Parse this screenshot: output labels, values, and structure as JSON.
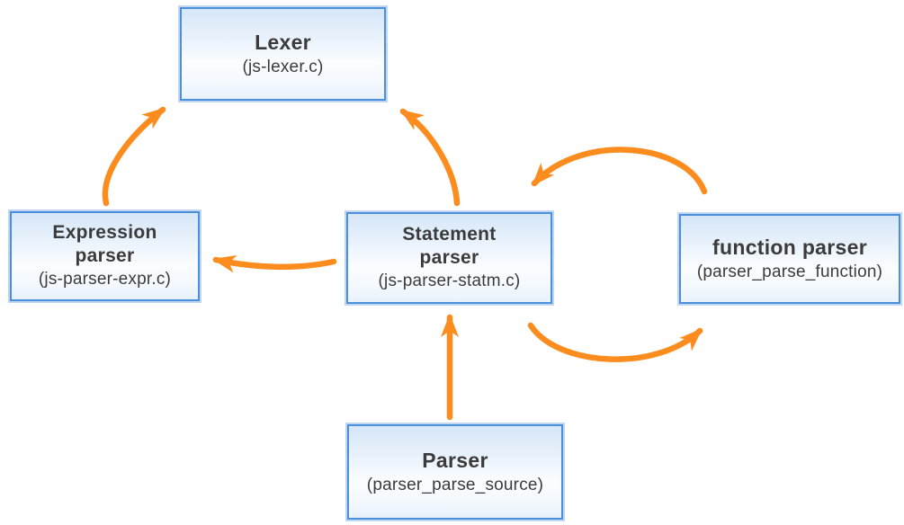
{
  "colors": {
    "arrow": "#fb8c1d",
    "box_border": "#4a90dd",
    "box_fill_light": "#d5e6f8",
    "text": "#3b3b3b"
  },
  "nodes": {
    "lexer": {
      "title": "Lexer",
      "subtitle": "(js-lexer.c)"
    },
    "expression_parser": {
      "title": "Expression\nparser",
      "subtitle": "(js-parser-expr.c)"
    },
    "statement_parser": {
      "title": "Statement\nparser",
      "subtitle": "(js-parser-statm.c)"
    },
    "function_parser": {
      "title": "function parser",
      "subtitle": "(parser_parse_function)"
    },
    "parser": {
      "title": "Parser",
      "subtitle": "(parser_parse_source)"
    }
  },
  "edges": [
    {
      "from": "expression_parser",
      "to": "lexer"
    },
    {
      "from": "statement_parser",
      "to": "lexer"
    },
    {
      "from": "statement_parser",
      "to": "expression_parser"
    },
    {
      "from": "function_parser",
      "to": "statement_parser"
    },
    {
      "from": "statement_parser",
      "to": "function_parser"
    },
    {
      "from": "parser",
      "to": "statement_parser"
    }
  ]
}
